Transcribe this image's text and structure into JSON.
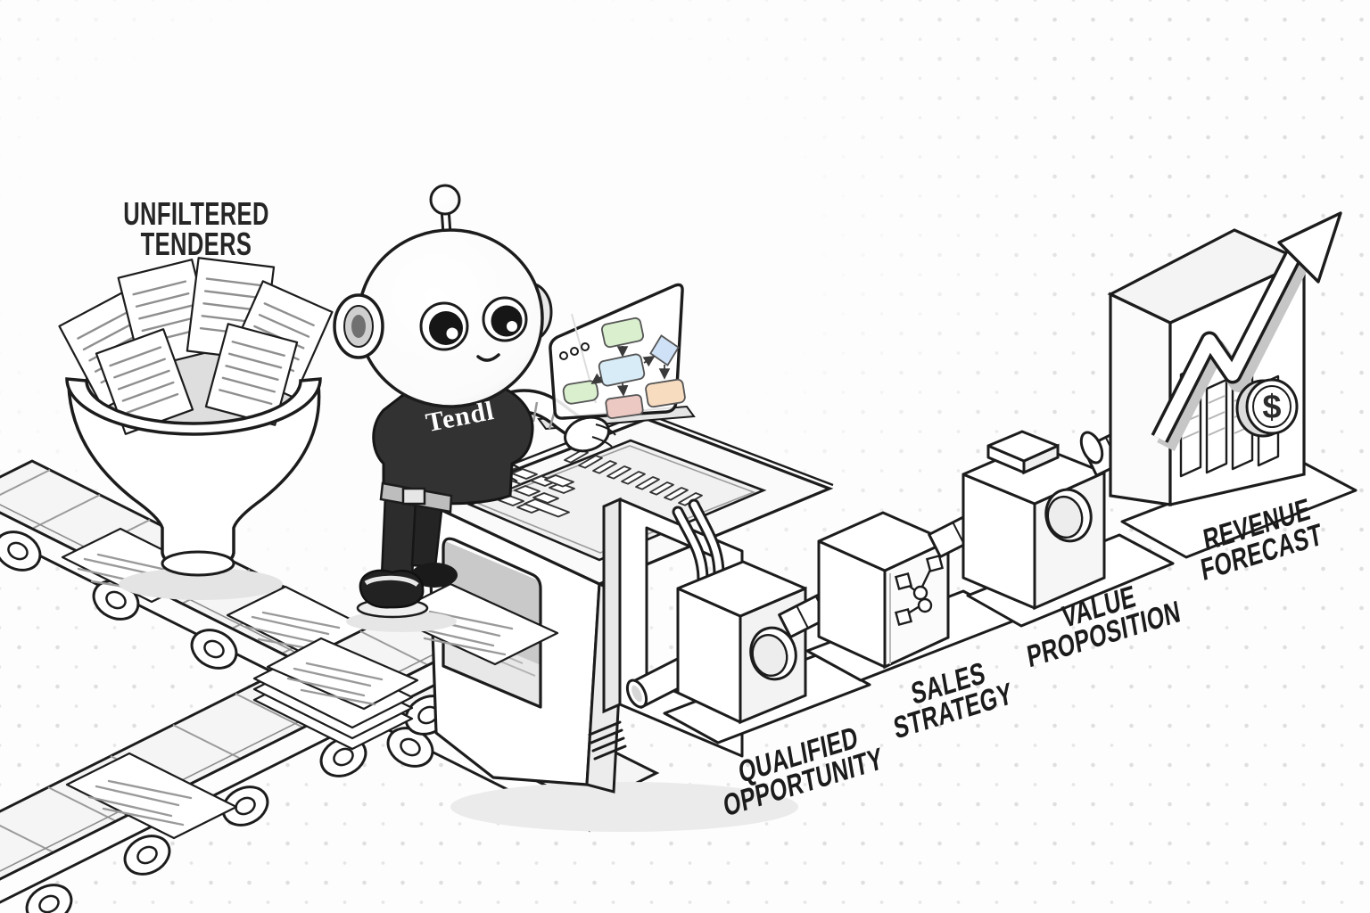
{
  "scene": {
    "title_label": {
      "lines": [
        "UNFILTERED",
        "TENDERS"
      ]
    },
    "pipeline_stage_labels": [
      {
        "lines": [
          "QUALIFIED",
          "OPPORTUNITY"
        ]
      },
      {
        "lines": [
          "SALES",
          "STRATEGY"
        ]
      },
      {
        "lines": [
          "VALUE",
          "PROPOSITION"
        ]
      },
      {
        "lines": [
          "REVENUE",
          "FORECAST"
        ]
      }
    ],
    "robot_shirt_text": "Tendl",
    "coin_symbol": "$",
    "colors": {
      "ink": "#1c1c1c",
      "background": "#fdfdfd",
      "dots": "#c9c9c9",
      "paper": "#ffffff",
      "robot_shirt": "#323232",
      "flowchart_green": "#d9efce",
      "flowchart_blue": "#d8ecf7",
      "flowchart_diamond_blue": "#cfe1f6",
      "flowchart_peach": "#f8dcc0",
      "flowchart_pink": "#edc9c4"
    },
    "icons": [
      "funnel",
      "document",
      "conveyor-roller",
      "robot",
      "flowchart-screen",
      "network-nodes",
      "porthole",
      "bar-chart",
      "growth-arrow",
      "dollar-coin"
    ]
  }
}
